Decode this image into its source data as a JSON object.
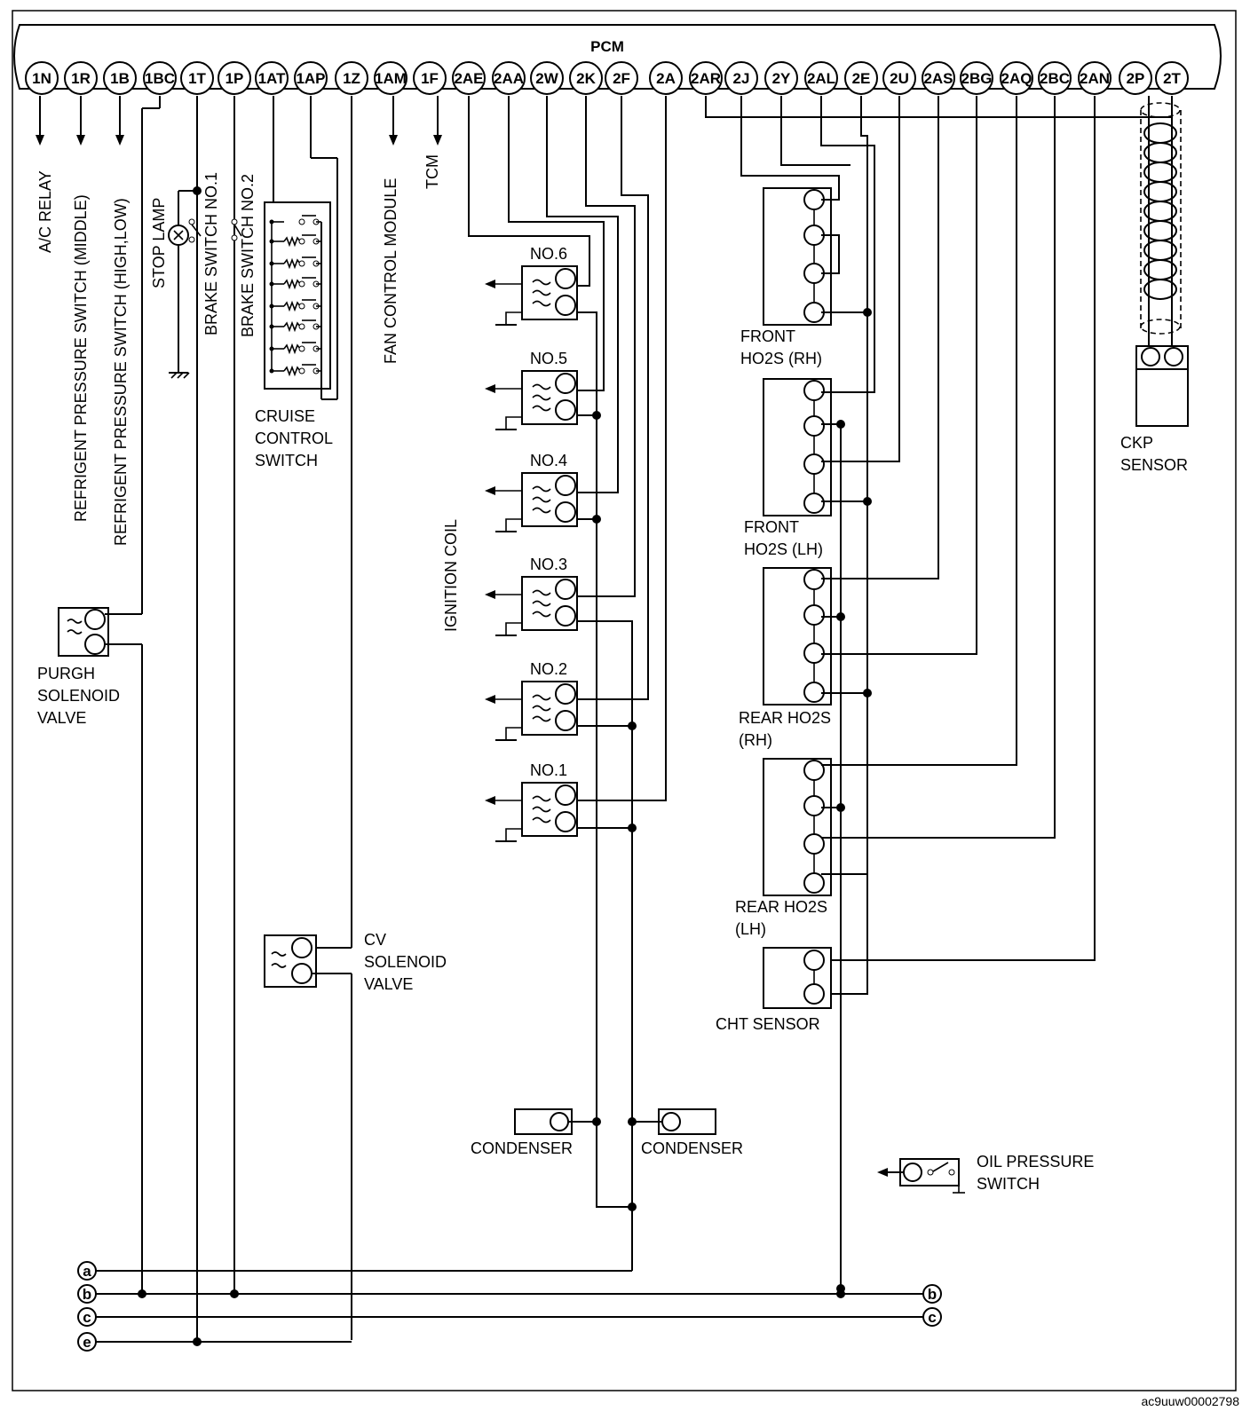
{
  "header": {
    "title": "PCM"
  },
  "pins": [
    "1N",
    "1R",
    "1B",
    "1BC",
    "1T",
    "1P",
    "1AT",
    "1AP",
    "1Z",
    "1AM",
    "1F",
    "2AE",
    "2AA",
    "2W",
    "2K",
    "2F",
    "2A",
    "2AR",
    "2J",
    "2Y",
    "2AL",
    "2E",
    "2U",
    "2AS",
    "2BG",
    "2AQ",
    "2BC",
    "2AN",
    "2P",
    "2T"
  ],
  "labels": {
    "ac_relay": "A/C RELAY",
    "refrig_middle": "REFRIGENT PRESSURE SWITCH (MIDDLE)",
    "refrig_highlow": "REFRIGENT PRESSURE SWITCH (HIGH,LOW)",
    "stop_lamp": "STOP LAMP",
    "brake1": "BRAKE SWITCH NO.1",
    "brake2": "BRAKE SWITCH NO.2",
    "fan": "FAN CONTROL MODULE",
    "tcm": "TCM",
    "ignition_coil": "IGNITION COIL",
    "cruise": [
      "CRUISE",
      "CONTROL",
      "SWITCH"
    ],
    "purge": [
      "PURGH",
      "SOLENOID",
      "VALVE"
    ],
    "cv": [
      "CV",
      "SOLENOID",
      "VALVE"
    ],
    "coils": [
      "NO.6",
      "NO.5",
      "NO.4",
      "NO.3",
      "NO.2",
      "NO.1"
    ],
    "front_rh": [
      "FRONT",
      "HO2S (RH)"
    ],
    "front_lh": [
      "FRONT",
      "HO2S (LH)"
    ],
    "rear_rh": [
      "REAR HO2S",
      "(RH)"
    ],
    "rear_lh": [
      "REAR HO2S",
      "(LH)"
    ],
    "cht": "CHT SENSOR",
    "ckp": [
      "CKP",
      "SENSOR"
    ],
    "condenser": "CONDENSER",
    "oil": [
      "OIL PRESSURE",
      "SWITCH"
    ],
    "bus": [
      "a",
      "b",
      "c",
      "e"
    ],
    "ref_code": "ac9uuw00002798"
  }
}
